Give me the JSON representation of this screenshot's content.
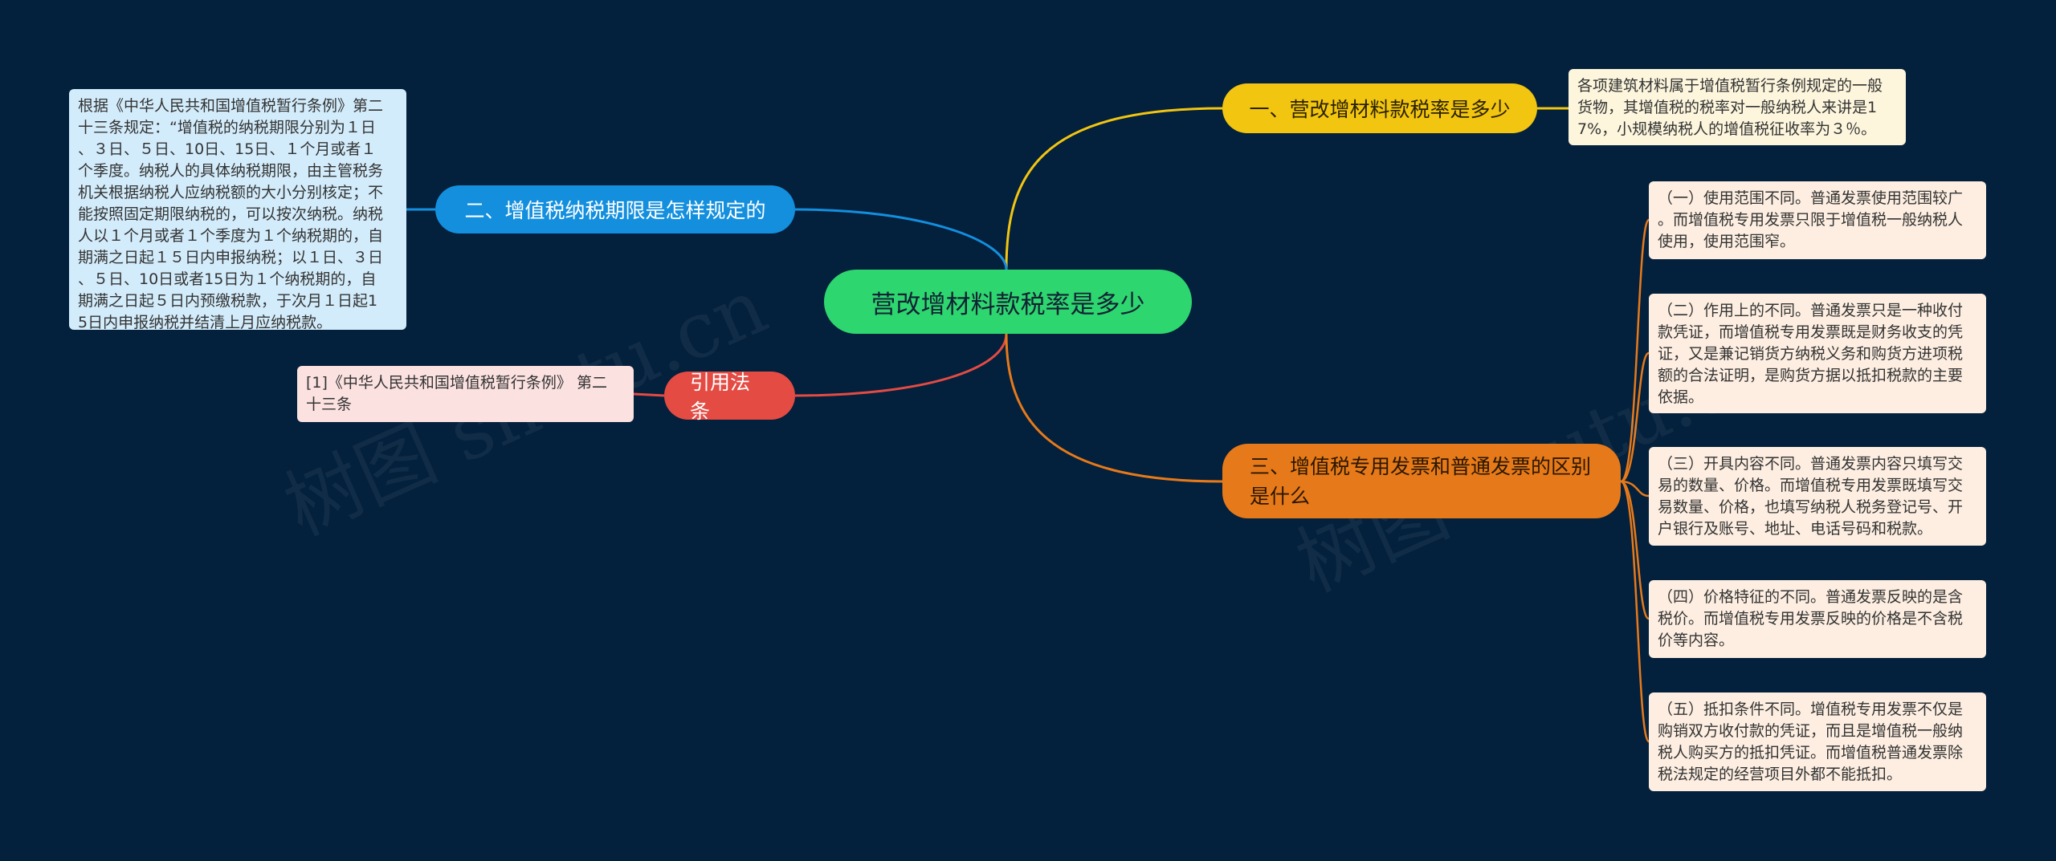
{
  "center": {
    "label": "营改增材料款税率是多少"
  },
  "branches": [
    {
      "id": "b1",
      "label": "一、营改增材料款税率是多少",
      "color": "#f2c511",
      "notes": [
        "各项建筑材料属于增值税暂行条例规定的一般\n货物，其增值税的税率对一般纳税人来讲是1\n7%，小规模纳税人的增值税征收率为３％。"
      ]
    },
    {
      "id": "b2",
      "label": "二、增值税纳税期限是怎样规定的",
      "color": "#138fde",
      "notes": [
        "根据《中华人民共和国增值税暂行条例》第二\n十三条规定：“增值税的纳税期限分别为１日\n、３日、５日、10日、15日、１个月或者１\n个季度。纳税人的具体纳税期限，由主管税务\n机关根据纳税人应纳税额的大小分别核定；不\n能按照固定期限纳税的，可以按次纳税。纳税\n人以１个月或者１个季度为１个纳税期的，自\n期满之日起１５日内申报纳税；以１日、３日\n、５日、10日或者15日为１个纳税期的，自\n期满之日起５日内预缴税款，于次月１日起1\n5日内申报纳税并结清上月应纳税款。"
      ]
    },
    {
      "id": "b3",
      "label": "引用法条",
      "color": "#e34b43",
      "notes": [
        "[1]《中华人民共和国增值税暂行条例》 第二\n十三条"
      ]
    },
    {
      "id": "b4",
      "label": "三、增值税专用发票和普通发票的区别是什么",
      "color": "#e67a1a",
      "notes": [
        "（一）使用范围不同。普通发票使用范围较广\n。而增值税专用发票只限于增值税一般纳税人\n使用，使用范围窄。",
        "（二）作用上的不同。普通发票只是一种收付\n款凭证，而增值税专用发票既是财务收支的凭\n证，又是兼记销货方纳税义务和购货方进项税\n额的合法证明，是购货方据以抵扣税款的主要\n依据。",
        "（三）开具内容不同。普通发票内容只填写交\n易的数量、价格。而增值税专用发票既填写交\n易数量、价格，也填写纳税人税务登记号、开\n户银行及账号、地址、电话号码和税款。",
        "（四）价格特征的不同。普通发票反映的是含\n税价。而增值税专用发票反映的价格是不含税\n价等内容。",
        "（五）抵扣条件不同。增值税专用发票不仅是\n购销双方收付款的凭证，而且是增值税一般纳\n税人购买方的抵扣凭证。而增值税普通发票除\n税法规定的经营项目外都不能抵扣。"
      ]
    }
  ],
  "watermark": "树图 shutu.cn"
}
